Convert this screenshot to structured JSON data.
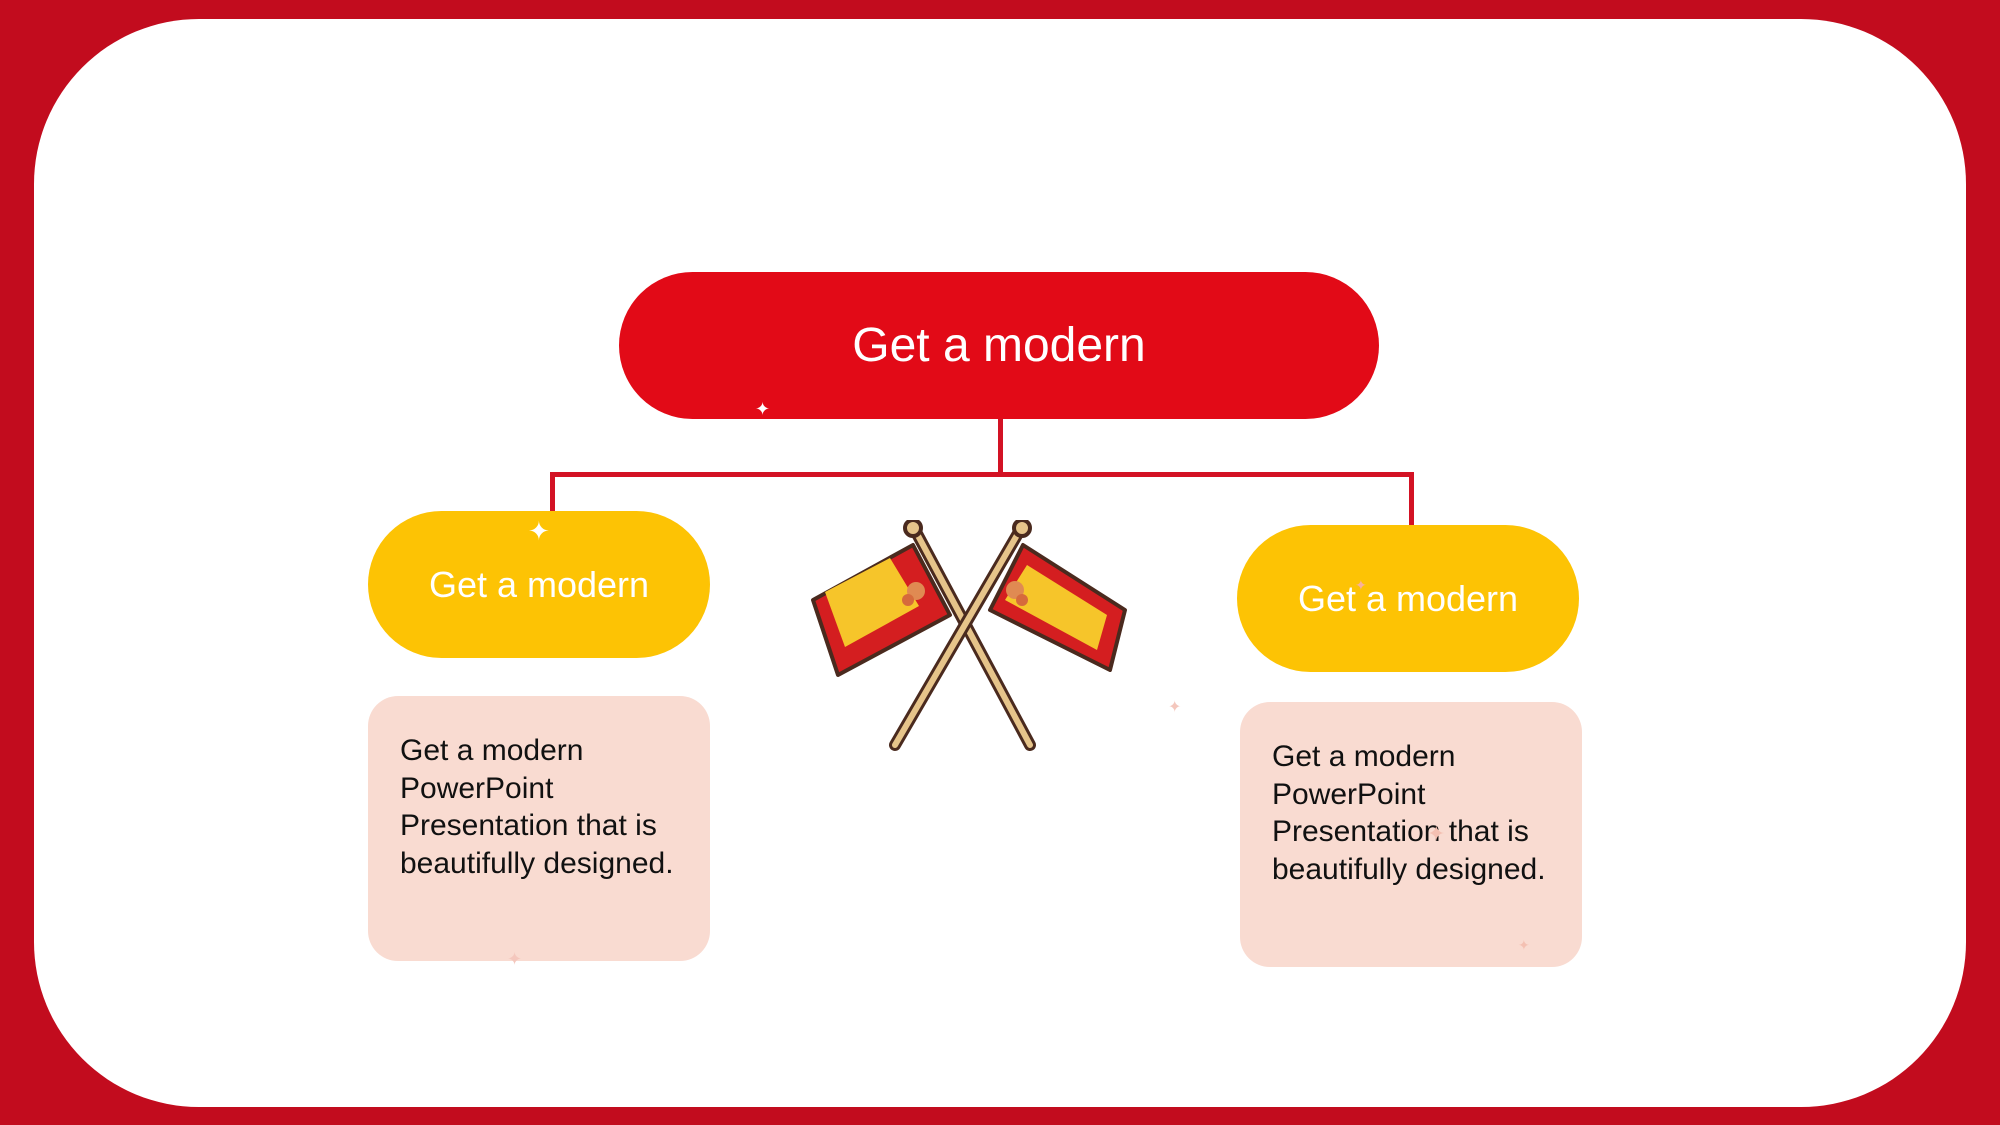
{
  "diagram": {
    "root": {
      "label": "Get a modern"
    },
    "children": [
      {
        "label": "Get a modern",
        "description": "Get a modern PowerPoint Presentation that is beautifully designed."
      },
      {
        "label": "Get a modern",
        "description": "Get a modern PowerPoint Presentation that is beautifully designed."
      }
    ]
  },
  "illustration": {
    "icon": "crossed-spain-flags-icon"
  },
  "colors": {
    "frame": "#c20c1e",
    "root_pill": "#e20a17",
    "child_pill": "#fdc304",
    "description_box": "#f9dbd1",
    "connector": "#d31224",
    "flag_red": "#d41e20",
    "flag_yellow": "#f6c52a"
  }
}
